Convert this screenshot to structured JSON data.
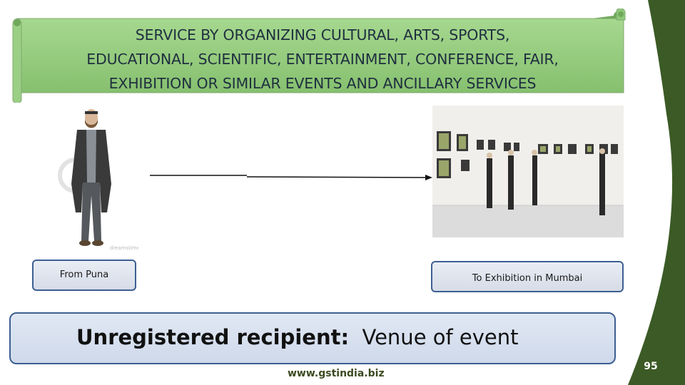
{
  "slide": {
    "title_lines": [
      "SERVICE BY ORGANIZING CULTURAL, ARTS, SPORTS,",
      "EDUCATIONAL, SCIENTIFIC, ENTERTAINMENT, CONFERENCE, FAIR,",
      "EXHIBITION OR SIMILAR EVENTS AND ANCILLARY SERVICES"
    ],
    "from_label": "From Puna",
    "to_label": "To Exhibition in Mumbai",
    "recipient_bold": "Unregistered recipient:",
    "recipient_rest": "Venue of event",
    "website": "www.gstindia.biz",
    "page_number": "95"
  },
  "images": {
    "person": "person-standing-photo",
    "gallery": "art-gallery-exhibition-photo",
    "person_watermark": "dreamstime.com"
  },
  "colors": {
    "band_dark_green": "#3b5a25",
    "banner_green": "#8fc97a",
    "box_border": "#3d5f92"
  }
}
